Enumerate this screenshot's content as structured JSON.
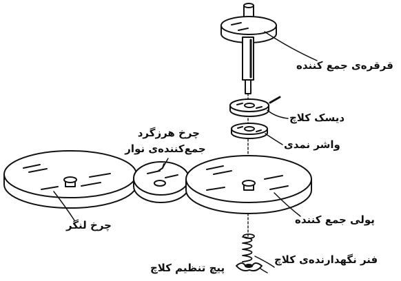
{
  "labels": {
    "take_up_spool": "قرقره‌ی جمع کننده",
    "clutch_disk": "دیسک کلاچ",
    "felt_washer": "واشر نمدی",
    "tape_idler_line1": "چرخ هرزگرد",
    "tape_idler_line2": "جمع‌کننده‌ی نوار",
    "flywheel": "چرخ لنگر",
    "take_up_pulley": "پولی جمع کننده",
    "clutch_spring": "فنر نگهدارنده‌ی کلاچ",
    "clutch_screw": "پیچ تنظیم کلاچ"
  },
  "colors": {
    "ink": "#111111",
    "paper": "#ffffff"
  }
}
